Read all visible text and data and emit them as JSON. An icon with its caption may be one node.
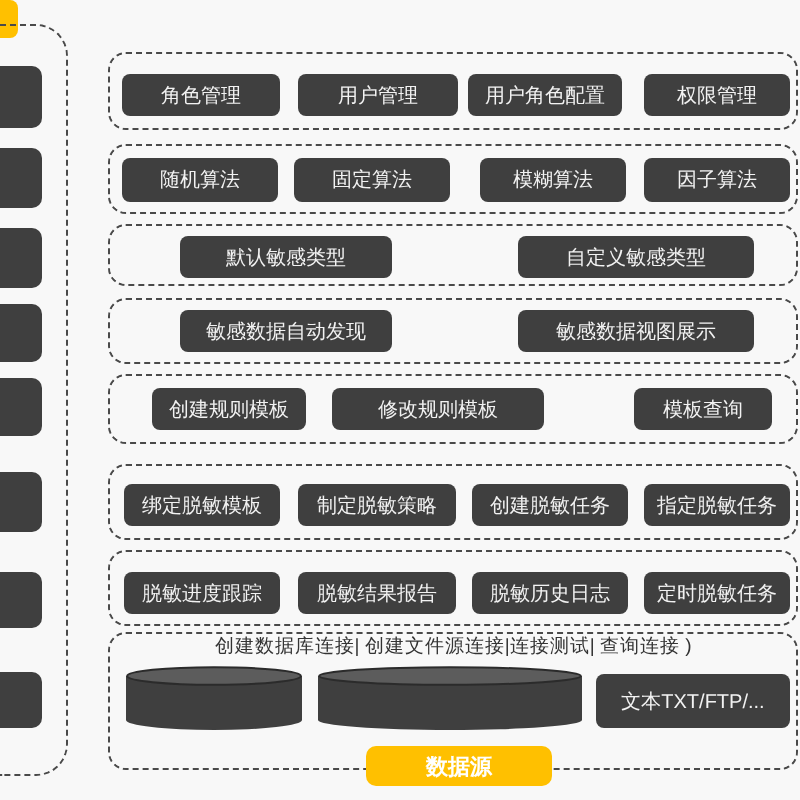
{
  "diagram": {
    "nodes": [
      {
        "text": [],
        "shape": "box"
      },
      {
        "text": [],
        "shape": "box"
      },
      {
        "text": [],
        "shape": "box",
        "in": 1
      },
      {
        "text": [],
        "shape": "box",
        "in": 1
      },
      {
        "text": [],
        "shape": "box",
        "in": 1
      },
      {
        "text": [],
        "shape": "box",
        "in": 1
      },
      {
        "text": [],
        "shape": "box",
        "in": 1
      },
      {
        "text": [],
        "shape": "box",
        "in": 1
      },
      {
        "text": [],
        "shape": "box",
        "in": 1
      },
      {
        "text": [],
        "shape": "box",
        "in": 1
      },
      {
        "text": [],
        "shape": "box"
      },
      {
        "text": [
          "角色管理"
        ],
        "in": 10
      },
      {
        "text": [
          "用户管理"
        ],
        "in": 10
      },
      {
        "text": [
          "用户角色配置"
        ],
        "in": 10
      },
      {
        "text": [
          "权限管理"
        ],
        "in": 10
      },
      {
        "text": [],
        "shape": "box"
      },
      {
        "text": [
          "随机算法"
        ],
        "in": 15
      },
      {
        "text": [
          "固定算法"
        ],
        "in": 15
      },
      {
        "text": [
          "模糊算法"
        ],
        "in": 15
      },
      {
        "text": [
          "因子算法"
        ],
        "in": 15
      },
      {
        "text": [],
        "shape": "box"
      },
      {
        "text": [
          "默认敏感类型"
        ],
        "in": 20
      },
      {
        "text": [
          "自定义敏感类型"
        ],
        "in": 20
      },
      {
        "text": [],
        "shape": "box"
      },
      {
        "text": [
          "敏感数据自动发现"
        ],
        "in": 23
      },
      {
        "text": [
          "敏感数据视图展示"
        ],
        "in": 23
      },
      {
        "text": [],
        "shape": "box"
      },
      {
        "text": [
          "创建规则模板"
        ],
        "in": 26
      },
      {
        "text": [
          "修改规则模板"
        ],
        "in": 26
      },
      {
        "text": [
          "模板查询"
        ],
        "in": 26
      },
      {
        "text": [],
        "shape": "box"
      },
      {
        "text": [
          "绑定脱敏模板"
        ],
        "in": 30
      },
      {
        "text": [
          "制定脱敏策略"
        ],
        "in": 30
      },
      {
        "text": [
          "创建脱敏任务"
        ],
        "in": 30
      },
      {
        "text": [
          "指定脱敏任务"
        ],
        "in": 30
      },
      {
        "text": [],
        "shape": "box"
      },
      {
        "text": [
          "脱敏进度跟踪"
        ],
        "in": 35
      },
      {
        "text": [
          "脱敏结果报告"
        ],
        "in": 35
      },
      {
        "text": [
          "脱敏历史日志"
        ],
        "in": 35
      },
      {
        "text": [
          "定时脱敏任务"
        ],
        "in": 35
      },
      {
        "text": [
          "创建数据库连接| 创建文件源连接|连接测试| 查询连接 )"
        ]
      },
      {
        "text": [],
        "shape": "cylinder",
        "in": 40
      },
      {
        "text": [],
        "shape": "cylinder",
        "in": 40
      },
      {
        "text": [
          "文本TXT/FTP/..."
        ],
        "in": 40
      },
      {
        "text": [
          "数据源"
        ]
      }
    ]
  }
}
